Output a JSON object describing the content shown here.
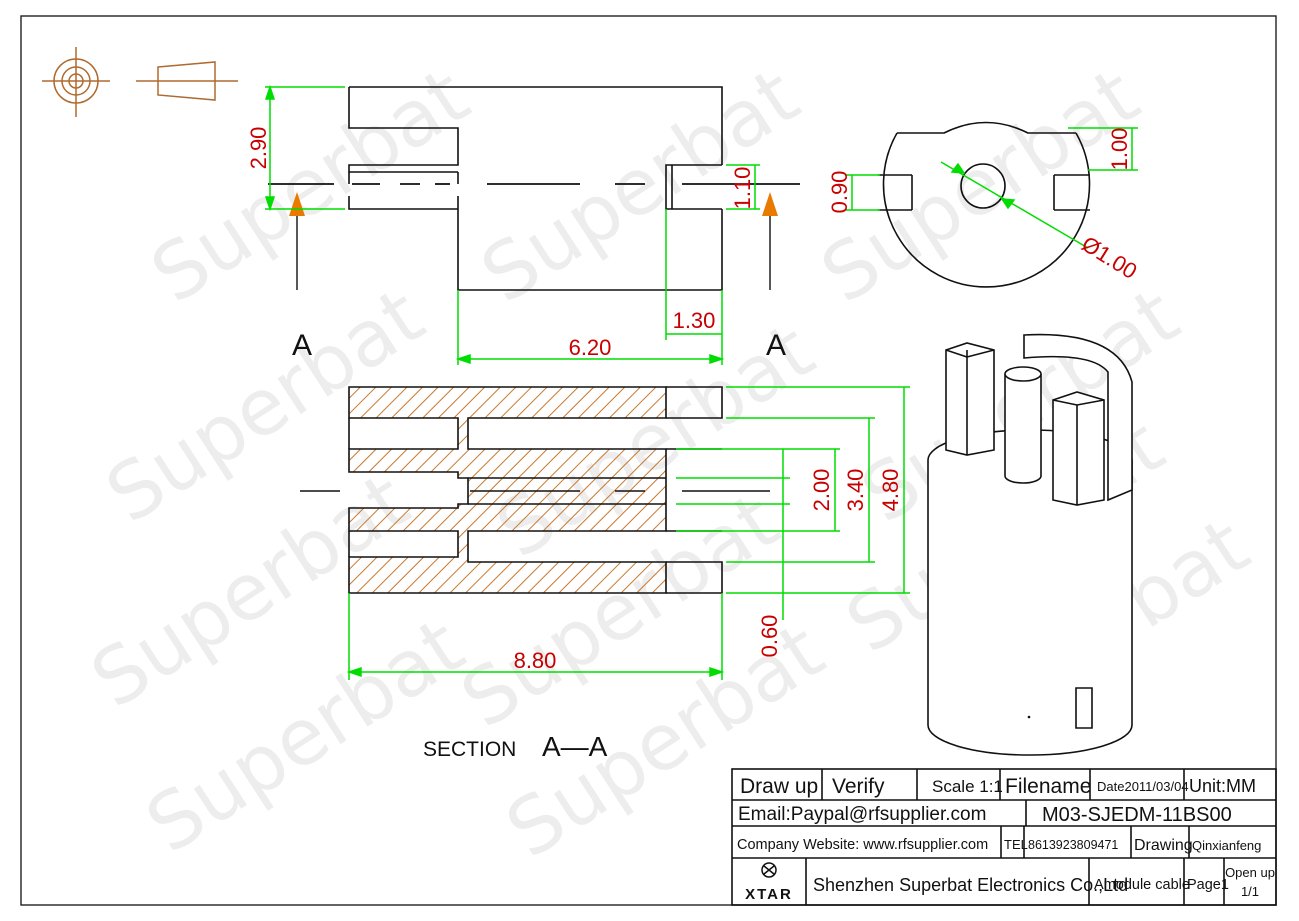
{
  "colors": {
    "outline": "#111111",
    "dimension": "#00dd00",
    "dimension_text": "#c80000",
    "hatch": "#c8782e",
    "marker": "#e87a00",
    "watermark": "#000000"
  },
  "watermark": "Superbat",
  "dimensions": {
    "side_height": "2.90",
    "side_slot": "1.10",
    "side_tip": "1.30",
    "side_body": "6.20",
    "end_slot": "0.90",
    "end_flat": "1.00",
    "end_hole": "Ø1.00",
    "sec_bore": "2.00",
    "sec_inner": "3.40",
    "sec_outer": "4.80",
    "sec_step": "0.60",
    "sec_length": "8.80"
  },
  "labels": {
    "cut_left": "A",
    "cut_right": "A",
    "section": "SECTION",
    "section_id": "A—A"
  },
  "title_block": {
    "draw_up": "Draw up",
    "verify": "Verify",
    "scale": "Scale 1:1",
    "filename": "Filename",
    "date": "Date2011/03/04",
    "unit": "Unit:MM",
    "email": "Email:Paypal@rfsupplier.com",
    "part_number": "M03-SJEDM-11BS00",
    "website": "Company Website:  www.rfsupplier.com",
    "tel_label": "TEL",
    "tel": "8613923809471",
    "drawing_label": "Drawing",
    "drawer": "Qinxianfeng",
    "logo": "XTAR",
    "company": "Shenzhen Superbat Electronics Co.,Ltd",
    "product": "Amodule cable",
    "page": "Page1",
    "open_up": "Open up",
    "open_up_count": "1/1"
  }
}
